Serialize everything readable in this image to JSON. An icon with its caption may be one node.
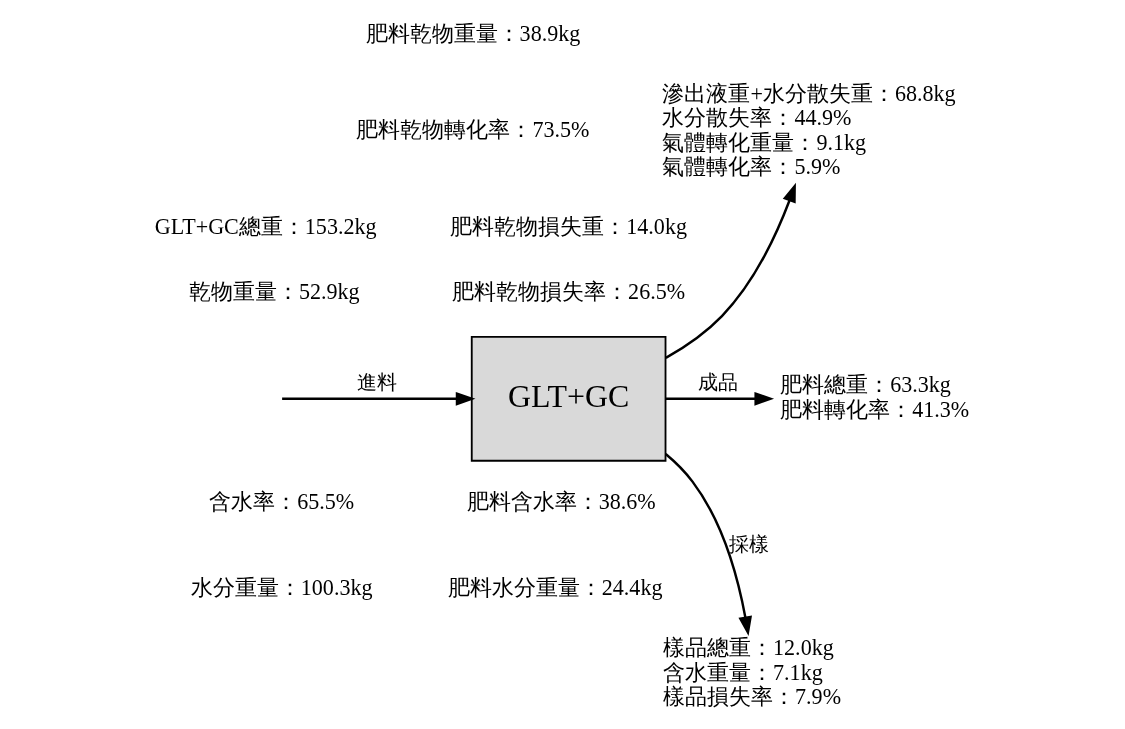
{
  "diagram": {
    "nodes": [
      {
        "text": [
          "GLT+GC"
        ]
      },
      {
        "text": [
          "滲出液重+水分散失重：68.8kg",
          "水分散失率：44.9%",
          "氣體轉化重量：9.1kg",
          "氣體轉化率：5.9%"
        ]
      },
      {
        "text": [
          "肥料總重：63.3kg",
          "肥料轉化率：41.3%"
        ]
      },
      {
        "text": [
          "樣品總重：12.0kg",
          "含水重量：7.1kg",
          "樣品損失率：7.9%"
        ]
      }
    ],
    "edges": [
      {
        "from": null,
        "to": 0,
        "arrow": "to",
        "label": "進料"
      },
      {
        "from": 0,
        "to": 1,
        "arrow": "to"
      },
      {
        "from": 0,
        "to": 2,
        "arrow": "to",
        "label": "成品"
      },
      {
        "from": 0,
        "to": 3,
        "arrow": "to",
        "label": "採樣"
      }
    ],
    "labels": [
      "肥料乾物重量：38.9kg",
      "肥料乾物轉化率：73.5%",
      "肥料乾物損失重：14.0kg",
      "肥料乾物損失率：26.5%",
      "GLT+GC總重：153.2kg",
      "乾物重量：52.9kg",
      "含水率：65.5%",
      "水分重量：100.3kg",
      "肥料含水率：38.6%",
      "肥料水分重量：24.4kg"
    ]
  }
}
